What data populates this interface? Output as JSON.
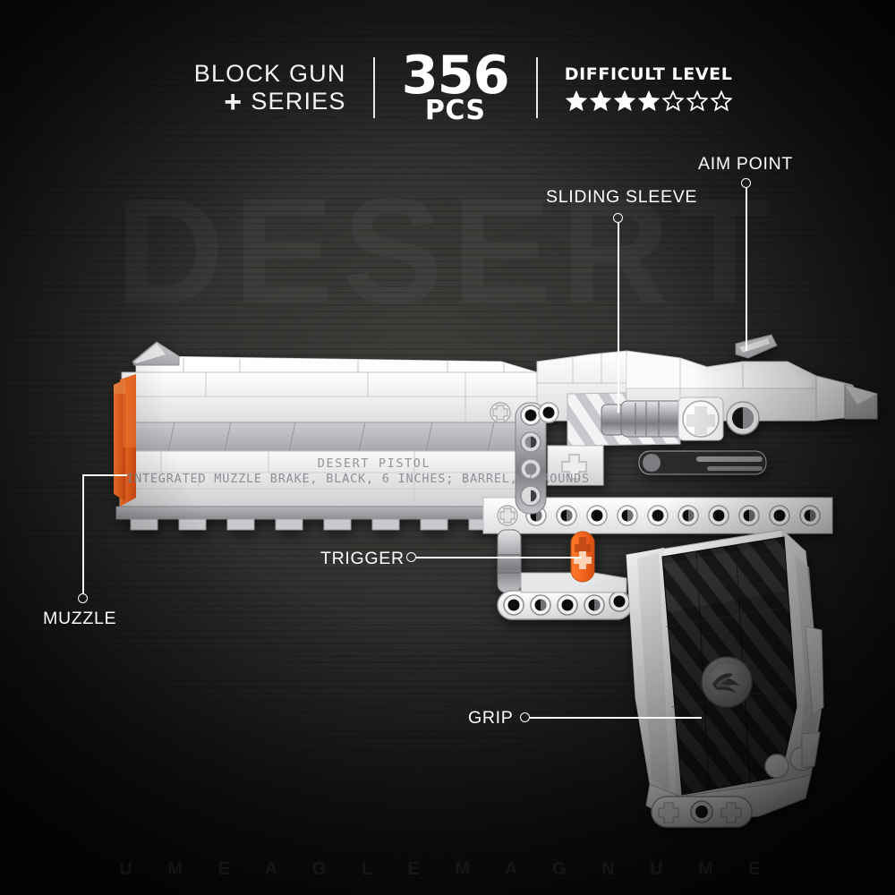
{
  "poster": {
    "background_color": "#343432",
    "edge_color": "#171717",
    "watermark_large": "DESERT",
    "watermark_strip": "U M   E A G L E   M A G N U M   E"
  },
  "header": {
    "title_line1": "BLOCK GUN",
    "plus_symbol": "+",
    "title_line2": "SERIES",
    "piece_count": "356",
    "piece_unit": "PCS",
    "difficulty_label": "DIFFICULT LEVEL",
    "stars_total": 7,
    "stars_filled": 4
  },
  "callouts": [
    {
      "id": "sliding-sleeve",
      "label": "SLIDING SLEEVE"
    },
    {
      "id": "aim-point",
      "label": "AIM POINT"
    },
    {
      "id": "muzzle",
      "label": "MUZZLE"
    },
    {
      "id": "trigger",
      "label": "TRIGGER"
    },
    {
      "id": "grip",
      "label": "GRIP"
    }
  ],
  "model": {
    "name": "desert-pistol",
    "engraving_line1": "DESERT PISTOL",
    "engraving_line2": "INTEGRATED  MUZZLE BRAKE,  BLACK, 6 INCHES;  BARREL,  7 ROUNDS",
    "colors": {
      "accent_orange": "#f2621f",
      "body_white": "#f4f4f4",
      "body_shadow": "#b9babc",
      "grip_dark": "#2b2b2b",
      "metal_grey": "#9a9a9c"
    }
  }
}
